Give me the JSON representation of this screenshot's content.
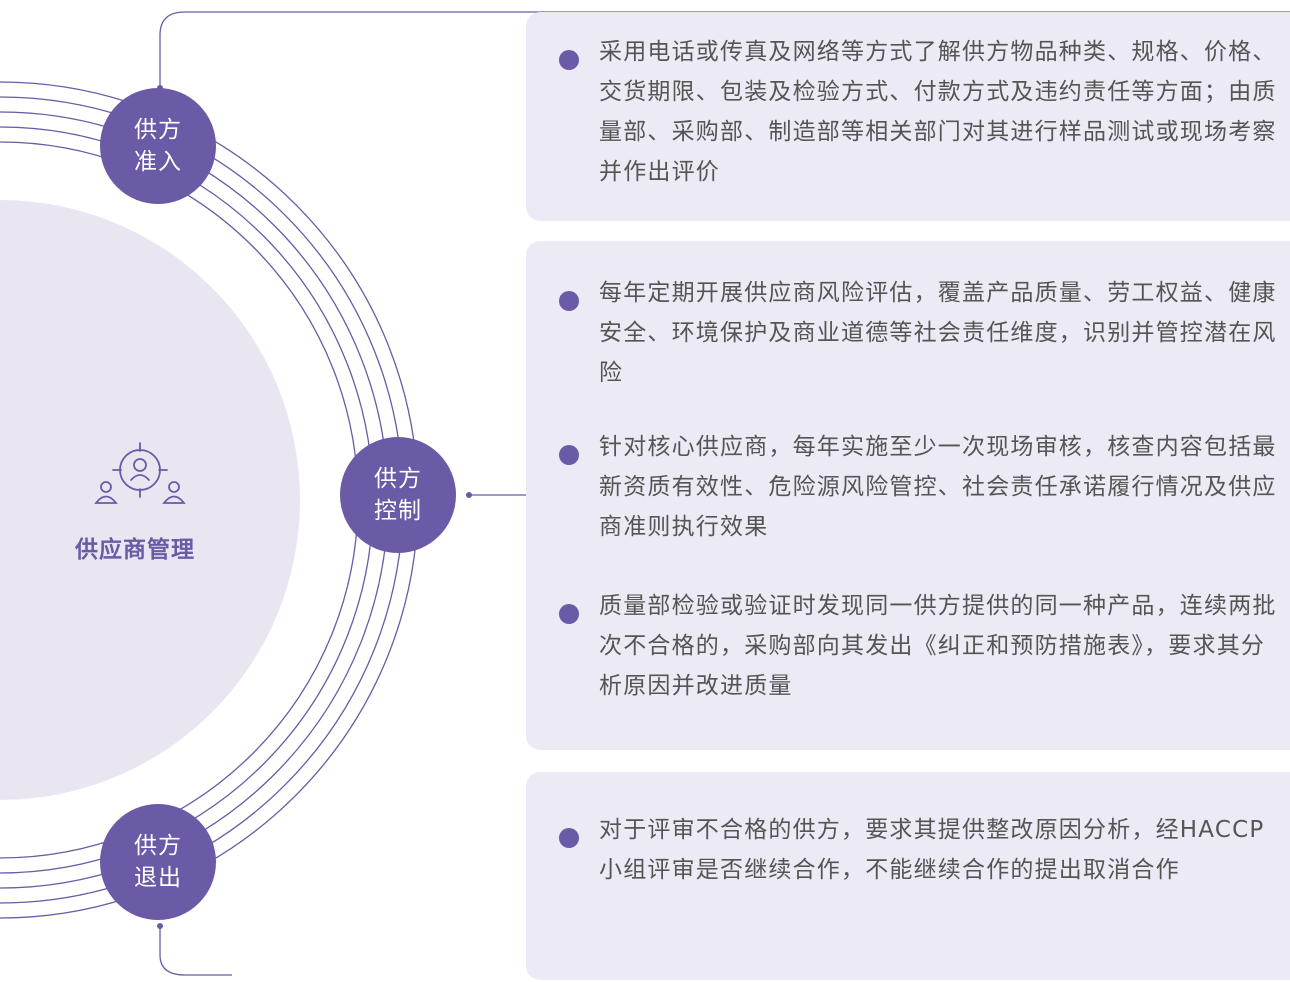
{
  "center": {
    "title": "供应商管理",
    "icon": "supplier-group-icon"
  },
  "nodes": [
    {
      "id": "access",
      "line1": "供方",
      "line2": "准入"
    },
    {
      "id": "control",
      "line1": "供方",
      "line2": "控制"
    },
    {
      "id": "exit",
      "line1": "供方",
      "line2": "退出"
    }
  ],
  "panels": [
    {
      "items": [
        "采用电话或传真及网络等方式了解供方物品种类、规格、价格、交货期限、包装及检验方式、付款方式及违约责任等方面；由质量部、采购部、制造部等相关部门对其进行样品测试或现场考察并作出评价"
      ]
    },
    {
      "items": [
        "每年定期开展供应商风险评估，覆盖产品质量、劳工权益、健康安全、环境保护及商业道德等社会责任维度，识别并管控潜在风险",
        "针对核心供应商，每年实施至少一次现场审核，核查内容包括最新资质有效性、危险源风险管控、社会责任承诺履行情况及供应商准则执行效果",
        "质量部检验或验证时发现同一供方提供的同一种产品，连续两批次不合格的，采购部向其发出《纠正和预防措施表》，要求其分析原因并改进质量"
      ]
    },
    {
      "items": [
        "对于评审不合格的供方，要求其提供整改原因分析，经HACCP 小组评审是否继续合作，不能继续合作的提出取消合作"
      ]
    }
  ],
  "colors": {
    "accent": "#6b5aa6",
    "panel_bg": "#eceaf4",
    "center_bg": "#e9e6f2",
    "text": "#555555"
  }
}
